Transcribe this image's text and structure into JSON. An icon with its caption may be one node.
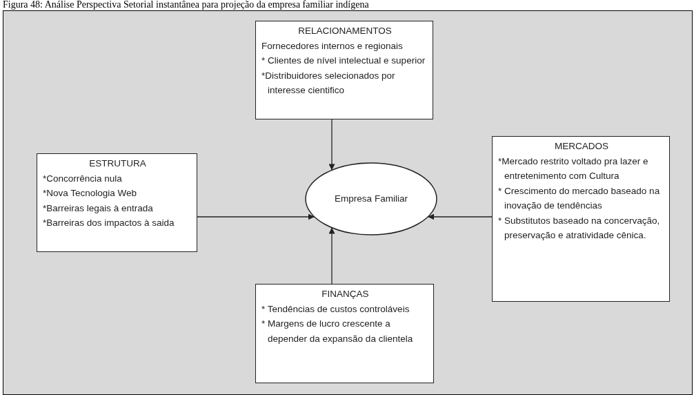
{
  "diagram": {
    "title": "Figura 48: Análise Perspectiva Setorial instantânea para projeção da empresa familiar indígena",
    "nodes": [
      {
        "text": [
          "RELACIONAMENTOS",
          "Fornecedores internos e regionais",
          "* Clientes de nível intelectual e superior",
          "*Distribuidores selecionados por interesse cientifico"
        ]
      },
      {
        "text": [
          "ESTRUTURA",
          "*Concorrência nula",
          "*Nova Tecnologia Web",
          "*Barreiras legais à entrada",
          "*Barreiras dos impactos à saida"
        ]
      },
      {
        "text": [
          "Empresa Familiar"
        ]
      },
      {
        "text": [
          "MERCADOS",
          "*Mercado restrito voltado pra lazer e entretenimento com Cultura",
          "* Crescimento do mercado baseado na inovação de tendências",
          "* Substitutos baseado na concervação, preservação e atratividade cênica."
        ]
      },
      {
        "text": [
          "FINANÇAS",
          "* Tendências de custos controláveis",
          "* Margens de lucro crescente a depender da expansão da clientela"
        ]
      }
    ],
    "edges": [
      {
        "from": 0,
        "to": 2,
        "arrow": "to"
      },
      {
        "from": 1,
        "to": 2,
        "arrow": "to"
      },
      {
        "from": 3,
        "to": 2,
        "arrow": "to"
      },
      {
        "from": 4,
        "to": 2,
        "arrow": "to"
      }
    ]
  }
}
